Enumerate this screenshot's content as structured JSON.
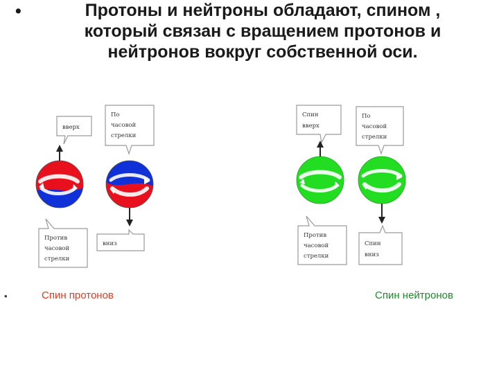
{
  "slide": {
    "title_bullet": "•",
    "title_lines": [
      "Протоны и нейтроны обладают, спином ,",
      "который связан с вращением протонов и",
      "нейтронов вокруг собственной оси."
    ],
    "bottom_bullet": "•"
  },
  "figure_protons": {
    "caption": "Спин протонов",
    "caption_color": "#e23a1e",
    "particle_colors": {
      "red": "#e8101c",
      "blue": "#1030d8"
    },
    "callouts": {
      "up": [
        "вверх"
      ],
      "clockwise": [
        "По",
        "часовой",
        "стрелки"
      ],
      "counterclockwise": [
        "Против",
        "часовой",
        "стрелки"
      ],
      "down": [
        "вниз"
      ]
    }
  },
  "figure_neutrons": {
    "caption": "Спин нейтронов",
    "caption_color": "#1f8a2a",
    "particle_color": "#22dd22",
    "callouts": {
      "spin_up": [
        "Спин",
        "вверх"
      ],
      "clockwise": [
        "По",
        "часовой",
        "стрелки"
      ],
      "counterclockwise": [
        "Против",
        "часовой",
        "стрелки"
      ],
      "spin_down": [
        "Спин",
        "вниз"
      ]
    }
  }
}
